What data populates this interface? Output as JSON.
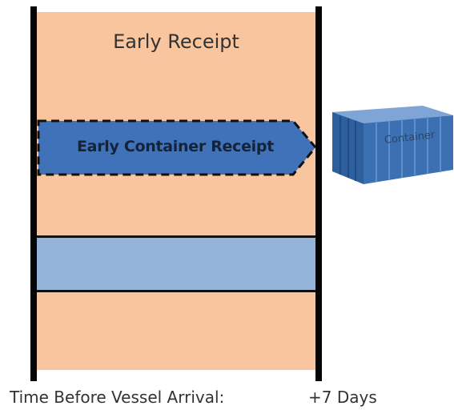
{
  "diagram": {
    "region_title": "Early Receipt",
    "arrow_label": "Early Container Receipt",
    "container_label": "Container",
    "axis_start_label": "Time Before Vessel Arrival:",
    "axis_end_label": "+7 Days"
  },
  "colors": {
    "region": "#f8c59f",
    "band": "#95b4da",
    "arrow_fill": "#3f72b8",
    "container_blue": "#3b71b3",
    "line": "#050505"
  },
  "icons": [
    "shipping-container-icon"
  ]
}
